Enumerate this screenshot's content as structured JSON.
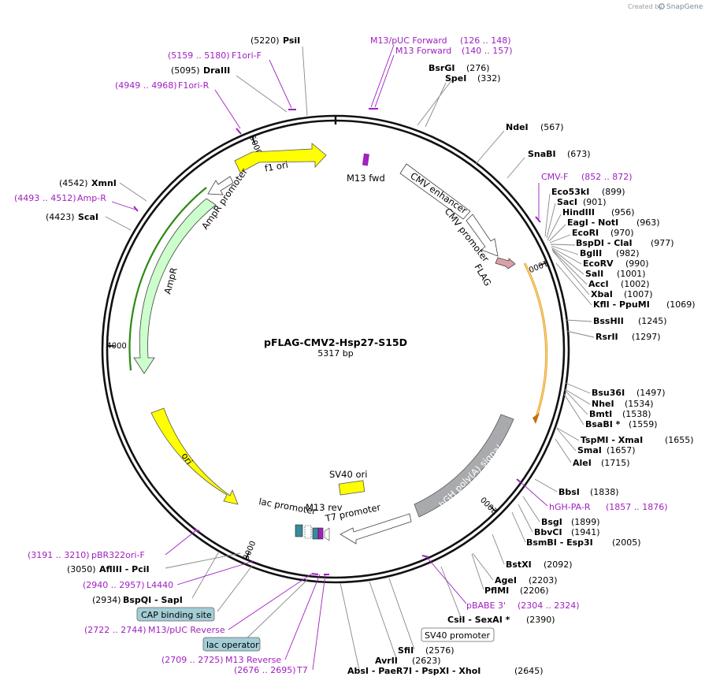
{
  "header": {
    "credit": "Created by",
    "brand": "SnapGene"
  },
  "plasmid": {
    "name": "pFLAG-CMV2-Hsp27-S15D",
    "length": "5317 bp",
    "length_bp": 5317
  },
  "ticks": [
    "1000",
    "2000",
    "3000",
    "4000",
    "5000"
  ],
  "features": [
    {
      "id": "f1-ori",
      "label": "f1 ori",
      "color": "#ffff00"
    },
    {
      "id": "m13-fwd",
      "label": "M13 fwd",
      "color": "#a020c0"
    },
    {
      "id": "cmv-enhancer",
      "label": "CMV enhancer",
      "color": "#ffffff"
    },
    {
      "id": "cmv-promoter",
      "label": "CMV promoter",
      "color": "#ffffff"
    },
    {
      "id": "flag",
      "label": "FLAG",
      "color": "#d9a0a8"
    },
    {
      "id": "ampr-promoter",
      "label": "AmpR promoter",
      "color": "#ffffff"
    },
    {
      "id": "ampr",
      "label": "AmpR",
      "color": "#ccffcc"
    },
    {
      "id": "ori",
      "label": "ori",
      "color": "#ffff00"
    },
    {
      "id": "sv40-ori",
      "label": "SV40 ori",
      "color": "#ffff00"
    },
    {
      "id": "lac-promoter",
      "label": "lac promoter",
      "color": "#ffffff"
    },
    {
      "id": "m13-rev",
      "label": "M13 rev",
      "color": "#a020c0"
    },
    {
      "id": "t7-promoter",
      "label": "T7 promoter",
      "color": "#ffffff"
    },
    {
      "id": "hgh-polya",
      "label": "hGH poly(A) signal",
      "color": "#a8aaad"
    }
  ],
  "enzymes": [
    {
      "name": "PsiI",
      "pos": "(5220)"
    },
    {
      "name": "DraIII",
      "pos": "(5095)"
    },
    {
      "name": "BsrGI",
      "pos": "(276)"
    },
    {
      "name": "SpeI",
      "pos": "(332)"
    },
    {
      "name": "NdeI",
      "pos": "(567)"
    },
    {
      "name": "SnaBI",
      "pos": "(673)"
    },
    {
      "name": "Eco53kI",
      "pos": "(899)"
    },
    {
      "name": "SacI",
      "pos": "(901)"
    },
    {
      "name": "HindIII",
      "pos": "(956)"
    },
    {
      "name": "EagI  - NotI",
      "pos": "(963)"
    },
    {
      "name": "EcoRI",
      "pos": "(970)"
    },
    {
      "name": "BspDI  - ClaI",
      "pos": "(977)"
    },
    {
      "name": "BglII",
      "pos": "(982)"
    },
    {
      "name": "EcoRV",
      "pos": "(990)"
    },
    {
      "name": "SalI",
      "pos": "(1001)"
    },
    {
      "name": "AccI",
      "pos": "(1002)"
    },
    {
      "name": "XbaI",
      "pos": "(1007)"
    },
    {
      "name": "KflI  - PpuMI",
      "pos": "(1069)"
    },
    {
      "name": "BssHII",
      "pos": "(1245)"
    },
    {
      "name": "RsrII",
      "pos": "(1297)"
    },
    {
      "name": "Bsu36I",
      "pos": "(1497)"
    },
    {
      "name": "NheI",
      "pos": "(1534)"
    },
    {
      "name": "BmtI",
      "pos": "(1538)"
    },
    {
      "name": "BsaBI *",
      "pos": "(1559)"
    },
    {
      "name": "TspMI  - XmaI",
      "pos": "(1655)"
    },
    {
      "name": "SmaI",
      "pos": "(1657)"
    },
    {
      "name": "AleI",
      "pos": "(1715)"
    },
    {
      "name": "BbsI",
      "pos": "(1838)"
    },
    {
      "name": "BsgI",
      "pos": "(1899)"
    },
    {
      "name": "BbvCI",
      "pos": "(1941)"
    },
    {
      "name": "BsmBI  - Esp3I",
      "pos": "(2005)"
    },
    {
      "name": "BstXI",
      "pos": "(2092)"
    },
    {
      "name": "AgeI",
      "pos": "(2203)"
    },
    {
      "name": "PflMI",
      "pos": "(2206)"
    },
    {
      "name": "CsiI  - SexAI *",
      "pos": "(2390)"
    },
    {
      "name": "SfiI",
      "pos": "(2576)"
    },
    {
      "name": "AvrII",
      "pos": "(2623)"
    },
    {
      "name": "AbsI  - PaeR7I  - PspXI  - XhoI",
      "pos": "(2645)"
    },
    {
      "name": "BspQI  - SapI",
      "pos": "(2934)"
    },
    {
      "name": "AflIII  - PciI",
      "pos": "(3050)"
    },
    {
      "name": "ScaI",
      "pos": "(4423)"
    },
    {
      "name": "XmnI",
      "pos": "(4542)"
    }
  ],
  "primers": [
    {
      "name": "M13/pUC Forward",
      "range": "(126 .. 148)"
    },
    {
      "name": "M13 Forward",
      "range": "(140 .. 157)"
    },
    {
      "name": "F1ori-F",
      "range": "(5159 .. 5180)"
    },
    {
      "name": "F1ori-R",
      "range": "(4949 .. 4968)"
    },
    {
      "name": "CMV-F",
      "range": "(852 .. 872)"
    },
    {
      "name": "Amp-R",
      "range": "(4493 .. 4512)"
    },
    {
      "name": "hGH-PA-R",
      "range": "(1857 .. 1876)"
    },
    {
      "name": "pBABE 3'",
      "range": "(2304 .. 2324)"
    },
    {
      "name": "pBR322ori-F",
      "range": "(3191 .. 3210)"
    },
    {
      "name": "L4440",
      "range": "(2940 .. 2957)"
    },
    {
      "name": "M13/pUC Reverse",
      "range": "(2722 .. 2744)"
    },
    {
      "name": "M13 Reverse",
      "range": "(2709 .. 2725)"
    },
    {
      "name": "T7",
      "range": "(2676 .. 2695)"
    }
  ],
  "boxed": [
    {
      "label": "CAP binding site",
      "color": "#a3cdd6"
    },
    {
      "label": "lac operator",
      "color": "#a3cdd6"
    },
    {
      "label": "SV40 promoter",
      "color": "#ffffff"
    }
  ]
}
